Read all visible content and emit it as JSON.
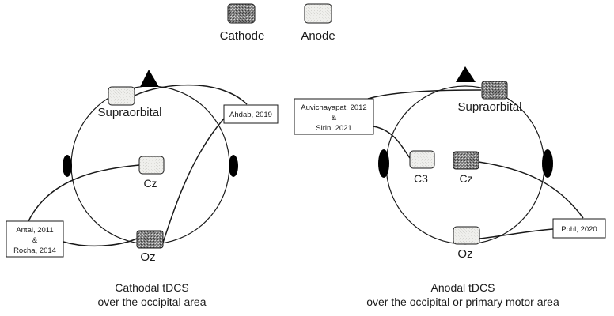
{
  "legend": {
    "cathode_label": "Cathode",
    "anode_label": "Anode"
  },
  "left_panel": {
    "electrodes": {
      "supraorbital": "Supraorbital",
      "cz": "Cz",
      "oz": "Oz"
    },
    "citations": {
      "ahdab": "Ahdab, 2019",
      "antal_line1": "Antal, 2011",
      "antal_amp": "&",
      "antal_line2": "Rocha, 2014"
    },
    "caption_line1": "Cathodal tDCS",
    "caption_line2": "over the occipital area"
  },
  "right_panel": {
    "electrodes": {
      "supraorbital": "Supraorbital",
      "c3": "C3",
      "cz": "Cz",
      "oz": "Oz"
    },
    "citations": {
      "auvi_line1": "Auvichayapat, 2012",
      "auvi_amp": "&",
      "auvi_line2": "Sirin, 2021",
      "pohl": "Pohl, 2020"
    },
    "caption_line1": "Anodal tDCS",
    "caption_line2": "over the occipital or primary motor area"
  },
  "colors": {
    "cathode_fill": "#8a8a8a",
    "anode_fill": "#ececea",
    "outline": "#1a1a1a"
  }
}
